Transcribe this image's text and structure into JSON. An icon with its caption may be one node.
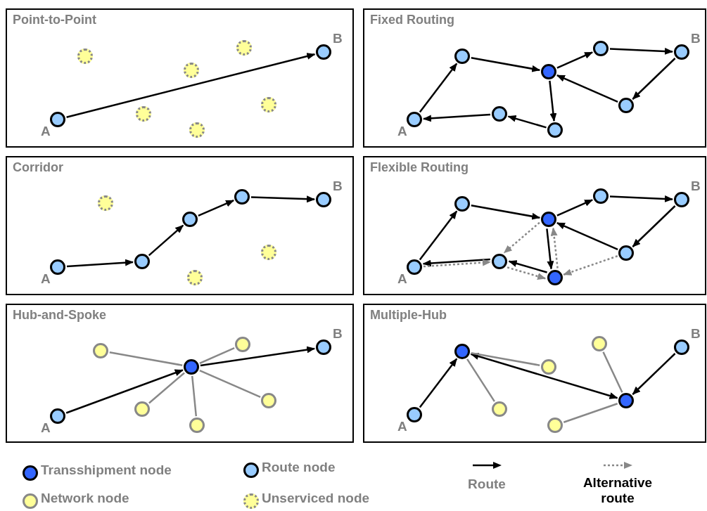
{
  "diagram": {
    "nodes": [
      {
        "text": [
          "Point-to-Point"
        ]
      },
      {
        "text": [],
        "shape": "circle",
        "in": 0,
        "beside": [
          "A"
        ]
      },
      {
        "text": [],
        "shape": "circle",
        "in": 0
      },
      {
        "text": [],
        "shape": "circle",
        "in": 0
      },
      {
        "text": [],
        "shape": "circle",
        "in": 0
      },
      {
        "text": [],
        "shape": "circle",
        "in": 0
      },
      {
        "text": [],
        "shape": "circle",
        "in": 0
      },
      {
        "text": [],
        "shape": "circle",
        "in": 0
      },
      {
        "text": [],
        "shape": "circle",
        "in": 0,
        "beside": [
          "B"
        ]
      },
      {
        "text": [
          "Fixed Routing"
        ]
      },
      {
        "text": [],
        "shape": "circle",
        "in": 9,
        "beside": [
          "A"
        ]
      },
      {
        "text": [],
        "shape": "circle",
        "in": 9
      },
      {
        "text": [],
        "shape": "circle",
        "in": 9
      },
      {
        "text": [],
        "shape": "circle",
        "in": 9
      },
      {
        "text": [],
        "shape": "circle",
        "in": 9,
        "beside": [
          "B"
        ]
      },
      {
        "text": [],
        "shape": "circle",
        "in": 9
      },
      {
        "text": [],
        "shape": "circle",
        "in": 9
      },
      {
        "text": [],
        "shape": "circle",
        "in": 9
      },
      {
        "text": [
          "Corridor"
        ]
      },
      {
        "text": [],
        "shape": "circle",
        "in": 18,
        "beside": [
          "A"
        ]
      },
      {
        "text": [],
        "shape": "circle",
        "in": 18
      },
      {
        "text": [],
        "shape": "circle",
        "in": 18
      },
      {
        "text": [],
        "shape": "circle",
        "in": 18
      },
      {
        "text": [],
        "shape": "circle",
        "in": 18,
        "beside": [
          "B"
        ]
      },
      {
        "text": [],
        "shape": "circle",
        "in": 18
      },
      {
        "text": [],
        "shape": "circle",
        "in": 18
      },
      {
        "text": [],
        "shape": "circle",
        "in": 18
      },
      {
        "text": [
          "Flexible Routing"
        ]
      },
      {
        "text": [],
        "shape": "circle",
        "in": 27,
        "beside": [
          "A"
        ]
      },
      {
        "text": [],
        "shape": "circle",
        "in": 27
      },
      {
        "text": [],
        "shape": "circle",
        "in": 27
      },
      {
        "text": [],
        "shape": "circle",
        "in": 27
      },
      {
        "text": [],
        "shape": "circle",
        "in": 27,
        "beside": [
          "B"
        ]
      },
      {
        "text": [],
        "shape": "circle",
        "in": 27
      },
      {
        "text": [],
        "shape": "circle",
        "in": 27
      },
      {
        "text": [],
        "shape": "circle",
        "in": 27
      },
      {
        "text": [
          "Hub-and-Spoke"
        ]
      },
      {
        "text": [],
        "shape": "circle",
        "in": 36,
        "beside": [
          "A"
        ]
      },
      {
        "text": [],
        "shape": "circle",
        "in": 36
      },
      {
        "text": [],
        "shape": "circle",
        "in": 36
      },
      {
        "text": [],
        "shape": "circle",
        "in": 36
      },
      {
        "text": [],
        "shape": "circle",
        "in": 36,
        "beside": [
          "B"
        ]
      },
      {
        "text": [],
        "shape": "circle",
        "in": 36
      },
      {
        "text": [],
        "shape": "circle",
        "in": 36
      },
      {
        "text": [],
        "shape": "circle",
        "in": 36
      },
      {
        "text": [
          "Multiple-Hub"
        ]
      },
      {
        "text": [],
        "shape": "circle",
        "in": 45,
        "beside": [
          "A"
        ]
      },
      {
        "text": [],
        "shape": "circle",
        "in": 45
      },
      {
        "text": [],
        "shape": "circle",
        "in": 45
      },
      {
        "text": [],
        "shape": "circle",
        "in": 45,
        "beside": [
          "B"
        ]
      },
      {
        "text": [],
        "shape": "circle",
        "in": 45
      },
      {
        "text": [],
        "shape": "circle",
        "in": 45
      },
      {
        "text": [],
        "shape": "circle",
        "in": 45
      },
      {
        "text": [],
        "shape": "circle",
        "in": 45
      }
    ],
    "edges": [
      {
        "from": 1,
        "to": 8,
        "arrow": "to"
      },
      {
        "from": 10,
        "to": 11,
        "arrow": "to"
      },
      {
        "from": 11,
        "to": 12,
        "arrow": "to"
      },
      {
        "from": 12,
        "to": 13,
        "arrow": "to"
      },
      {
        "from": 13,
        "to": 14,
        "arrow": "to"
      },
      {
        "from": 14,
        "to": 15,
        "arrow": "to"
      },
      {
        "from": 15,
        "to": 12,
        "arrow": "to"
      },
      {
        "from": 12,
        "to": 17,
        "arrow": "to"
      },
      {
        "from": 17,
        "to": 16,
        "arrow": "to"
      },
      {
        "from": 16,
        "to": 10,
        "arrow": "to"
      },
      {
        "from": 19,
        "to": 20,
        "arrow": "to"
      },
      {
        "from": 20,
        "to": 21,
        "arrow": "to"
      },
      {
        "from": 21,
        "to": 22,
        "arrow": "to"
      },
      {
        "from": 22,
        "to": 23,
        "arrow": "to"
      },
      {
        "from": 28,
        "to": 29,
        "arrow": "to"
      },
      {
        "from": 29,
        "to": 30,
        "arrow": "to"
      },
      {
        "from": 30,
        "to": 31,
        "arrow": "to"
      },
      {
        "from": 31,
        "to": 32,
        "arrow": "to"
      },
      {
        "from": 32,
        "to": 33,
        "arrow": "to"
      },
      {
        "from": 33,
        "to": 30,
        "arrow": "to"
      },
      {
        "from": 30,
        "to": 35,
        "arrow": "to"
      },
      {
        "from": 35,
        "to": 34,
        "arrow": "to"
      },
      {
        "from": 34,
        "to": 28,
        "arrow": "to"
      },
      {
        "from": 30,
        "to": 34,
        "arrow": "to",
        "style": "dashed",
        "color": "#888888"
      },
      {
        "from": 28,
        "to": 34,
        "arrow": "to",
        "style": "dashed",
        "color": "#888888"
      },
      {
        "from": 34,
        "to": 35,
        "arrow": "to",
        "style": "dashed",
        "color": "#888888"
      },
      {
        "from": 35,
        "to": 30,
        "arrow": "to",
        "style": "dashed",
        "color": "#888888"
      },
      {
        "from": 33,
        "to": 35,
        "arrow": "to",
        "style": "dashed",
        "color": "#888888"
      },
      {
        "from": 37,
        "to": 39,
        "arrow": "to"
      },
      {
        "from": 39,
        "to": 41,
        "arrow": "to"
      },
      {
        "from": 39,
        "to": 38,
        "arrow": "none",
        "color": "#888888"
      },
      {
        "from": 39,
        "to": 40,
        "arrow": "none",
        "color": "#888888"
      },
      {
        "from": 39,
        "to": 42,
        "arrow": "none",
        "color": "#888888"
      },
      {
        "from": 39,
        "to": 43,
        "arrow": "none",
        "color": "#888888"
      },
      {
        "from": 39,
        "to": 44,
        "arrow": "none",
        "color": "#888888"
      },
      {
        "from": 46,
        "to": 47,
        "arrow": "to"
      },
      {
        "from": 47,
        "to": 52,
        "arrow": "both"
      },
      {
        "from": 49,
        "to": 52,
        "arrow": "to"
      },
      {
        "from": 47,
        "to": 50,
        "arrow": "none",
        "color": "#888888"
      },
      {
        "from": 47,
        "to": 51,
        "arrow": "none",
        "color": "#888888"
      },
      {
        "from": 52,
        "to": 48,
        "arrow": "none",
        "color": "#888888"
      },
      {
        "from": 52,
        "to": 53,
        "arrow": "none",
        "color": "#888888"
      }
    ],
    "legend": [
      {
        "text": "Transshipment node",
        "color": "#3366ff"
      },
      {
        "text": "Route node",
        "color": "#99ccff"
      },
      {
        "text": "Network node",
        "color": "#ffff99"
      },
      {
        "text": "Unserviced node"
      },
      {
        "text": "Route"
      },
      {
        "text": "Alternative route"
      }
    ]
  }
}
